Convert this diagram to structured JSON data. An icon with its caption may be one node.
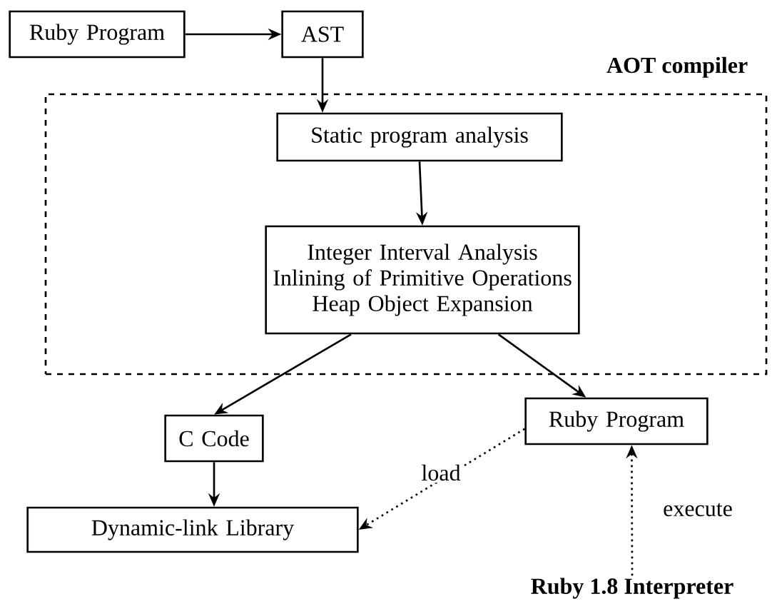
{
  "diagram": {
    "nodes": [
      {
        "text": [
          "Ruby Program"
        ]
      },
      {
        "text": [
          "AST"
        ]
      },
      {
        "text": [
          "AOT compiler"
        ]
      },
      {
        "text": [
          "Static program analysis"
        ],
        "in": 2
      },
      {
        "text": [
          "Integer Interval Analysis Inlining of Primitive Operations Heap Object Expansion"
        ],
        "in": 2
      },
      {
        "text": [
          "C Code"
        ]
      },
      {
        "text": [
          "Ruby Program"
        ]
      },
      {
        "text": [
          "Dynamic-link Library"
        ]
      },
      {
        "text": [
          "Ruby 1.8 Interpreter"
        ]
      }
    ],
    "edges": [
      {
        "from": 0,
        "to": 1,
        "arrow": "to"
      },
      {
        "from": 1,
        "to": 3,
        "arrow": "to"
      },
      {
        "from": 3,
        "to": 4,
        "arrow": "to"
      },
      {
        "from": 4,
        "to": 5,
        "arrow": "to"
      },
      {
        "from": 4,
        "to": 6,
        "arrow": "to"
      },
      {
        "from": 5,
        "to": 7,
        "arrow": "to"
      },
      {
        "from": 6,
        "to": 7,
        "arrow": "to",
        "style": "dashed",
        "label": "load"
      },
      {
        "from": 8,
        "to": 6,
        "arrow": "to",
        "style": "dashed",
        "label": "execute"
      }
    ]
  }
}
